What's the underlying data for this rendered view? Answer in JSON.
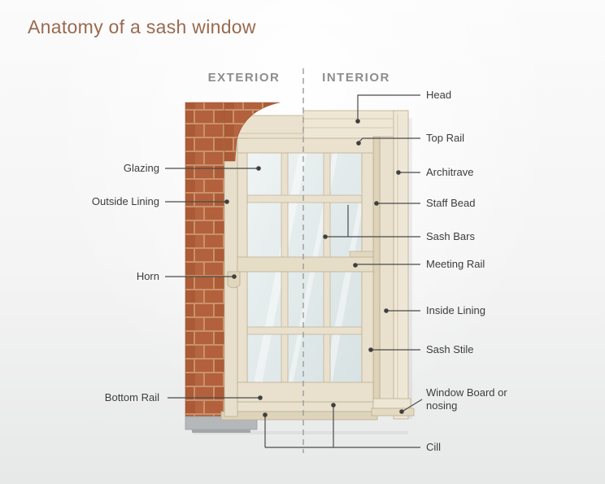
{
  "page": {
    "title": "Anatomy of a sash window"
  },
  "sections": {
    "exterior": "EXTERIOR",
    "interior": "INTERIOR"
  },
  "labels": {
    "glazing": "Glazing",
    "outside_lining": "Outside Lining",
    "horn": "Horn",
    "bottom_rail": "Bottom Rail",
    "head": "Head",
    "top_rail": "Top Rail",
    "architrave": "Architrave",
    "staff_bead": "Staff Bead",
    "sash_bars": "Sash Bars",
    "meeting_rail": "Meeting Rail",
    "inside_lining": "Inside Lining",
    "sash_stile": "Sash Stile",
    "window_board": "Window Board or nosing",
    "cill": "Cill"
  },
  "colors": {
    "title_text": "#9a6a50",
    "section_heading": "#8d8d8d",
    "label_text": "#3d3d3d",
    "leader_line": "#4a4a4a",
    "brick": "#b2613c",
    "mortar": "#c9916b",
    "frame_cream": "#eae2cf",
    "glass": "#e3ebec",
    "masonry_cill": "#b4b8ba"
  }
}
